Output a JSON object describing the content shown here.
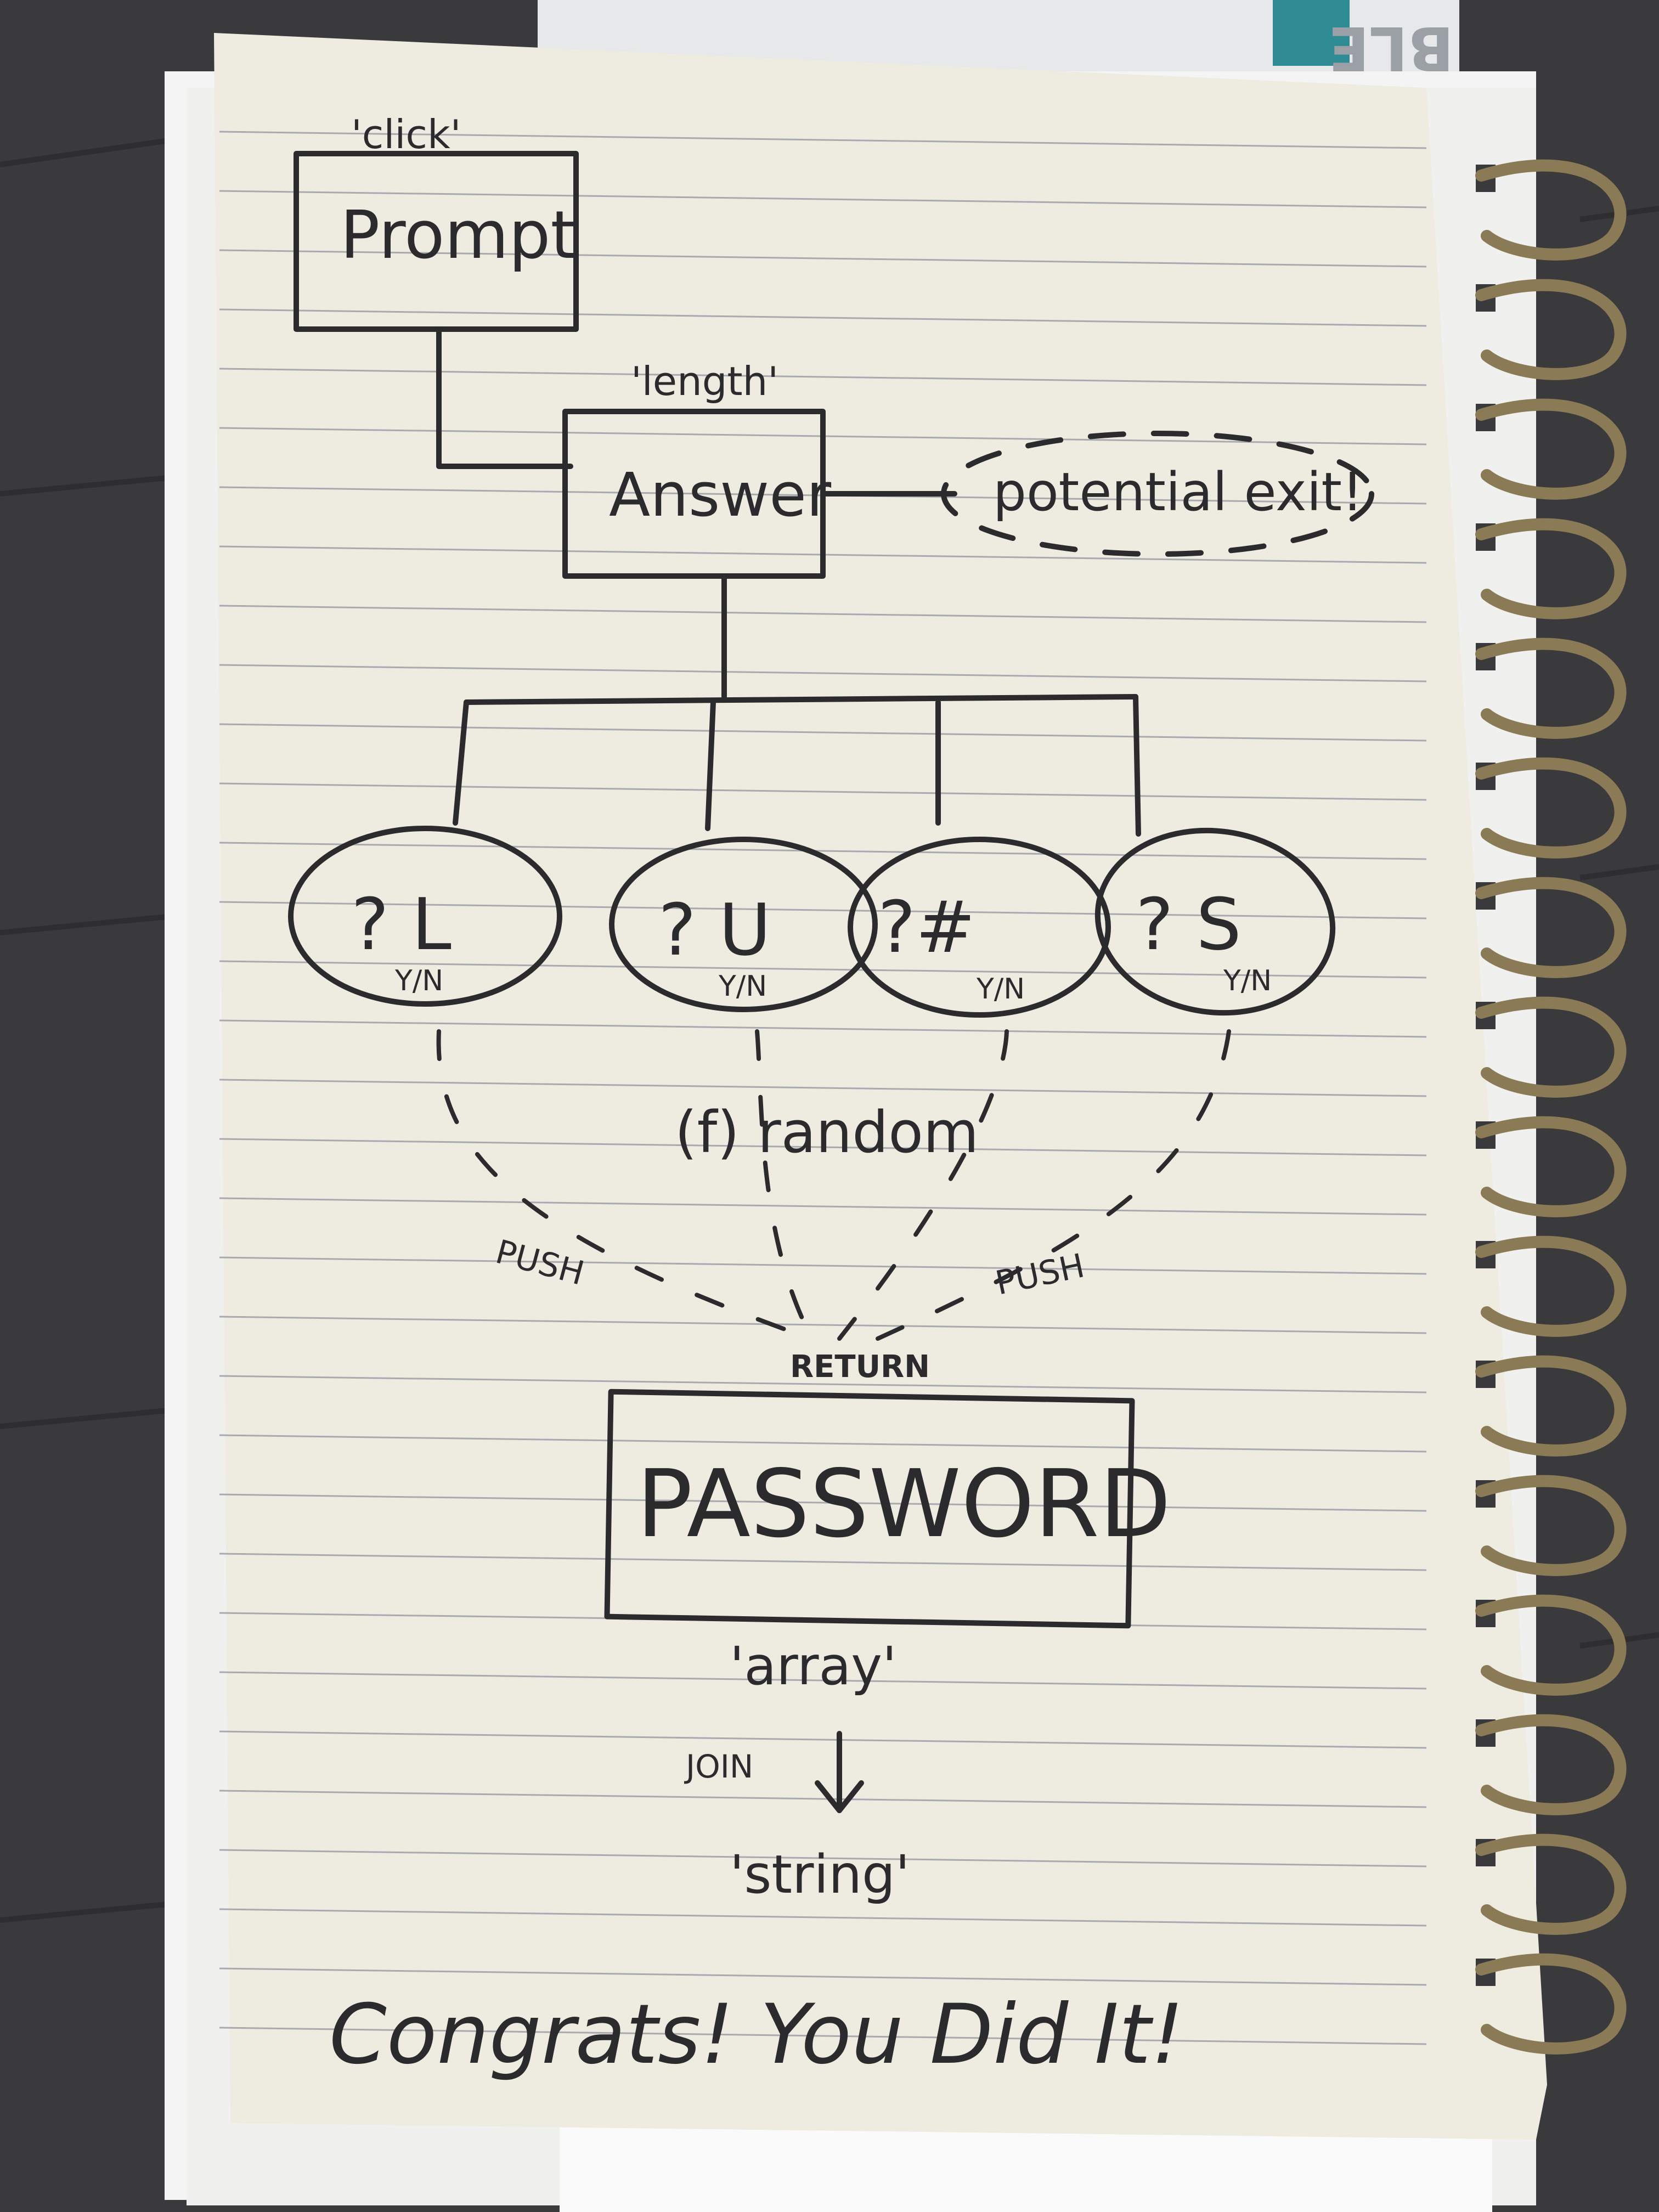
{
  "colors": {
    "desk": "#3a3a3c",
    "paper": "#eeebe0",
    "rule_line": "#a8aab0",
    "ink": "#2b2b2e",
    "spiral": "#8a7a55"
  },
  "diagram": {
    "prompt": {
      "annotation": "'click'",
      "label": "Prompt"
    },
    "answer": {
      "annotation": "'length'",
      "label": "Answer"
    },
    "exit_note": "potential exit!",
    "options": [
      {
        "label": "? L",
        "choice": "Y/N"
      },
      {
        "label": "? U",
        "choice": "Y/N"
      },
      {
        "label": "?#",
        "choice": "Y/N"
      },
      {
        "label": "? S",
        "choice": "Y/N"
      }
    ],
    "random_fn": "(f) random",
    "push_left": "PUSH",
    "push_right": "PUSH",
    "return_label": "RETURN",
    "password_label": "PASSWORD",
    "array_label": "'array'",
    "join_label": "JOIN",
    "string_label": "'string'",
    "congrats": "Congrats! You Did It!"
  },
  "background": {
    "envelope_text": "BLE"
  }
}
